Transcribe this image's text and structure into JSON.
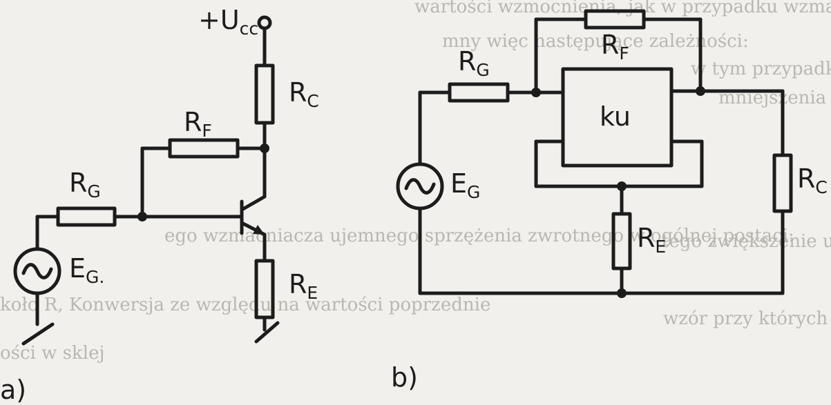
{
  "background_text": [
    "wartości wzmocnienia, jak w przypadku wzmacniacza napięc",
    "mny więc następujące zależności:",
    "w tym przypadku można kontrolować",
    "mniejszenia się wartości K",
    "ego wzmacniacza ujemnego sprzężenia zwrotnego w ogólnej postaci:",
    "tego zwiększenie ustawienie wzmacniacza się zmniejsza",
    "koło R, Konwersja ze względu na wartości poprzednie",
    "wzór przy których takie R",
    "ości w sklej"
  ],
  "circuit_a": {
    "panel_label": "a)",
    "supply": {
      "main": "+U",
      "sub": "cc"
    },
    "rc": {
      "main": "R",
      "sub": "C"
    },
    "rf": {
      "main": "R",
      "sub": "F"
    },
    "rg": {
      "main": "R",
      "sub": "G"
    },
    "re": {
      "main": "R",
      "sub": "E"
    },
    "source": {
      "main": "E",
      "sub": "G."
    }
  },
  "circuit_b": {
    "panel_label": "b)",
    "rf": {
      "main": "R",
      "sub": "F"
    },
    "rg": {
      "main": "R",
      "sub": "G"
    },
    "amp": "ku",
    "source": {
      "main": "E",
      "sub": "G"
    },
    "rc": {
      "main": "R",
      "sub": "C"
    },
    "re": {
      "main": "R",
      "sub": "E"
    }
  },
  "colors": {
    "ink": "#1c1c1c",
    "paper": "#f1f0ec",
    "ghost_text": "#b9b7b0"
  }
}
